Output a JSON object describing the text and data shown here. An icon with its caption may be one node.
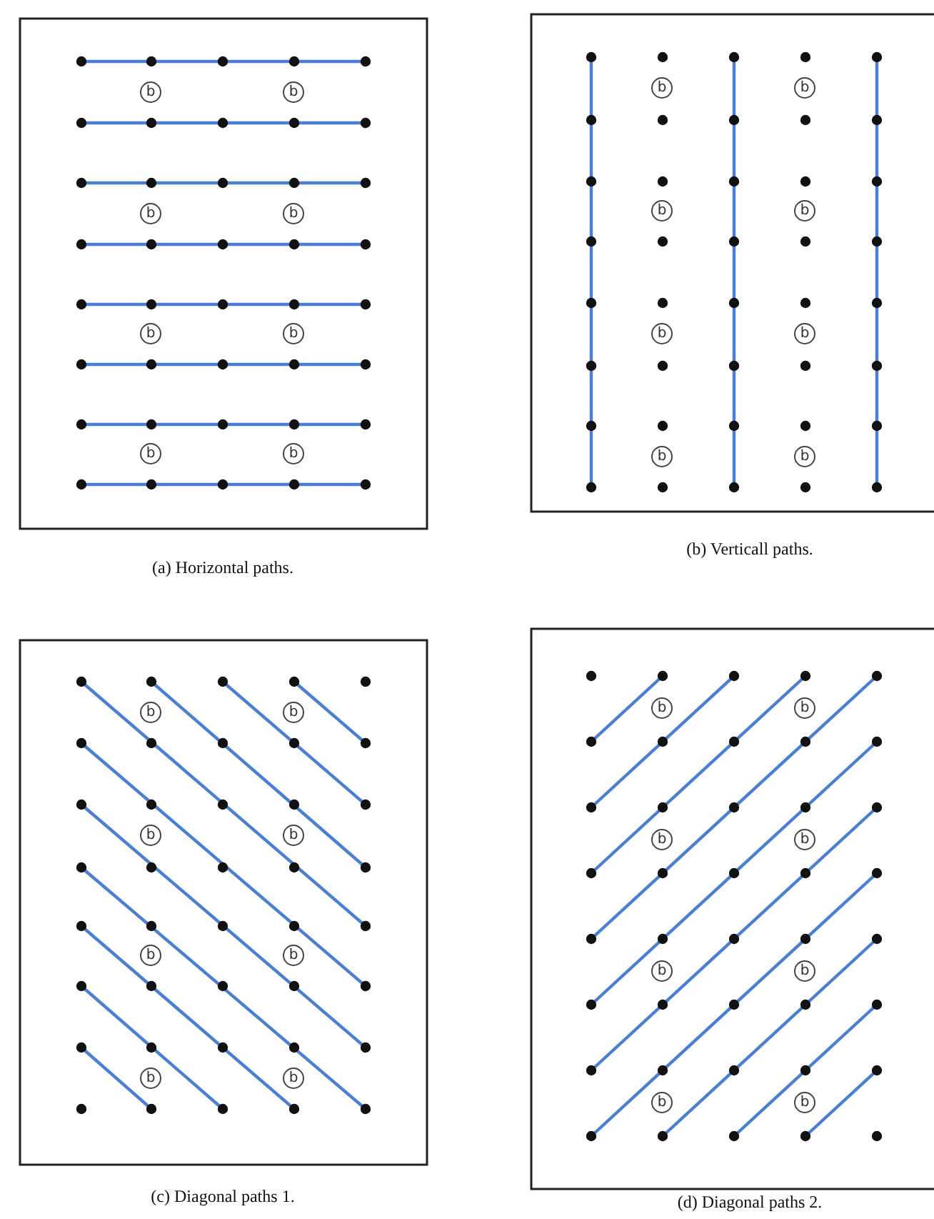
{
  "diagram": {
    "labels": [
      "b",
      "b",
      "b",
      "b",
      "b",
      "b",
      "b",
      "b",
      "b",
      "b",
      "b",
      "b",
      "b",
      "b",
      "b",
      "b",
      "(a) Horizontal paths.",
      "(b) Verticall paths.",
      "b",
      "b",
      "b",
      "b",
      "b",
      "b",
      "b",
      "b",
      "b",
      "b",
      "b",
      "b",
      "b",
      "b",
      "b",
      "b",
      "(c) Diagonal paths 1.",
      "(d) Diagonal paths 2."
    ]
  }
}
